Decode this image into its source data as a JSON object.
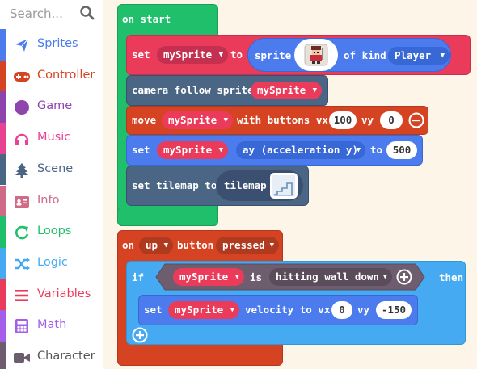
{
  "search": {
    "placeholder": "Search..."
  },
  "categories": [
    {
      "label": "Sprites",
      "color": "#4b7bec"
    },
    {
      "label": "Controller",
      "color": "#d54322"
    },
    {
      "label": "Game",
      "color": "#8e44ad"
    },
    {
      "label": "Music",
      "color": "#e84393"
    },
    {
      "label": "Scene",
      "color": "#4b6584"
    },
    {
      "label": "Info",
      "color": "#cf6a87"
    },
    {
      "label": "Loops",
      "color": "#20bf6b"
    },
    {
      "label": "Logic",
      "color": "#45aaf2"
    },
    {
      "label": "Variables",
      "color": "#eb3b5a"
    },
    {
      "label": "Math",
      "color": "#a55eea"
    },
    {
      "label": "Character",
      "color": "#6d5d6e"
    }
  ],
  "on_start": {
    "label": "on start",
    "set_sprite": {
      "set": "set",
      "var": "mySprite",
      "to": "to",
      "sprite": "sprite",
      "of_kind": "of kind",
      "kind": "Player"
    },
    "camera": {
      "label": "camera follow sprite",
      "var": "mySprite"
    },
    "move": {
      "label": "move",
      "var": "mySprite",
      "with": "with buttons vx",
      "vx": "100",
      "vy_label": "vy",
      "vy": "0"
    },
    "accel": {
      "set": "set",
      "var": "mySprite",
      "prop": "ay (acceleration y)",
      "to": "to",
      "value": "500"
    },
    "tilemap": {
      "label": "set tilemap to",
      "tilemap": "tilemap"
    }
  },
  "on_button": {
    "on": "on",
    "button": "up",
    "button_label": "button",
    "event": "pressed",
    "if_block": {
      "if": "if",
      "var": "mySprite",
      "is": "is",
      "condition": "hitting wall down",
      "then": "then",
      "set_velocity": {
        "set": "set",
        "var": "mySprite",
        "label": "velocity to vx",
        "vx": "0",
        "vy_label": "vy",
        "vy": "-150"
      }
    }
  },
  "colors": {
    "loops": "#20bf6b",
    "sprites": "#4b7bec",
    "sprites_dark": "#3867d6",
    "variables": "#eb3b5a",
    "variables_dark": "#c53050",
    "scene": "#4b6584",
    "controller": "#d54322",
    "controller_dark": "#b03a1f",
    "logic": "#45aaf2",
    "logic_dark": "#2d98da",
    "hit_dark": "#6d5d6e"
  }
}
